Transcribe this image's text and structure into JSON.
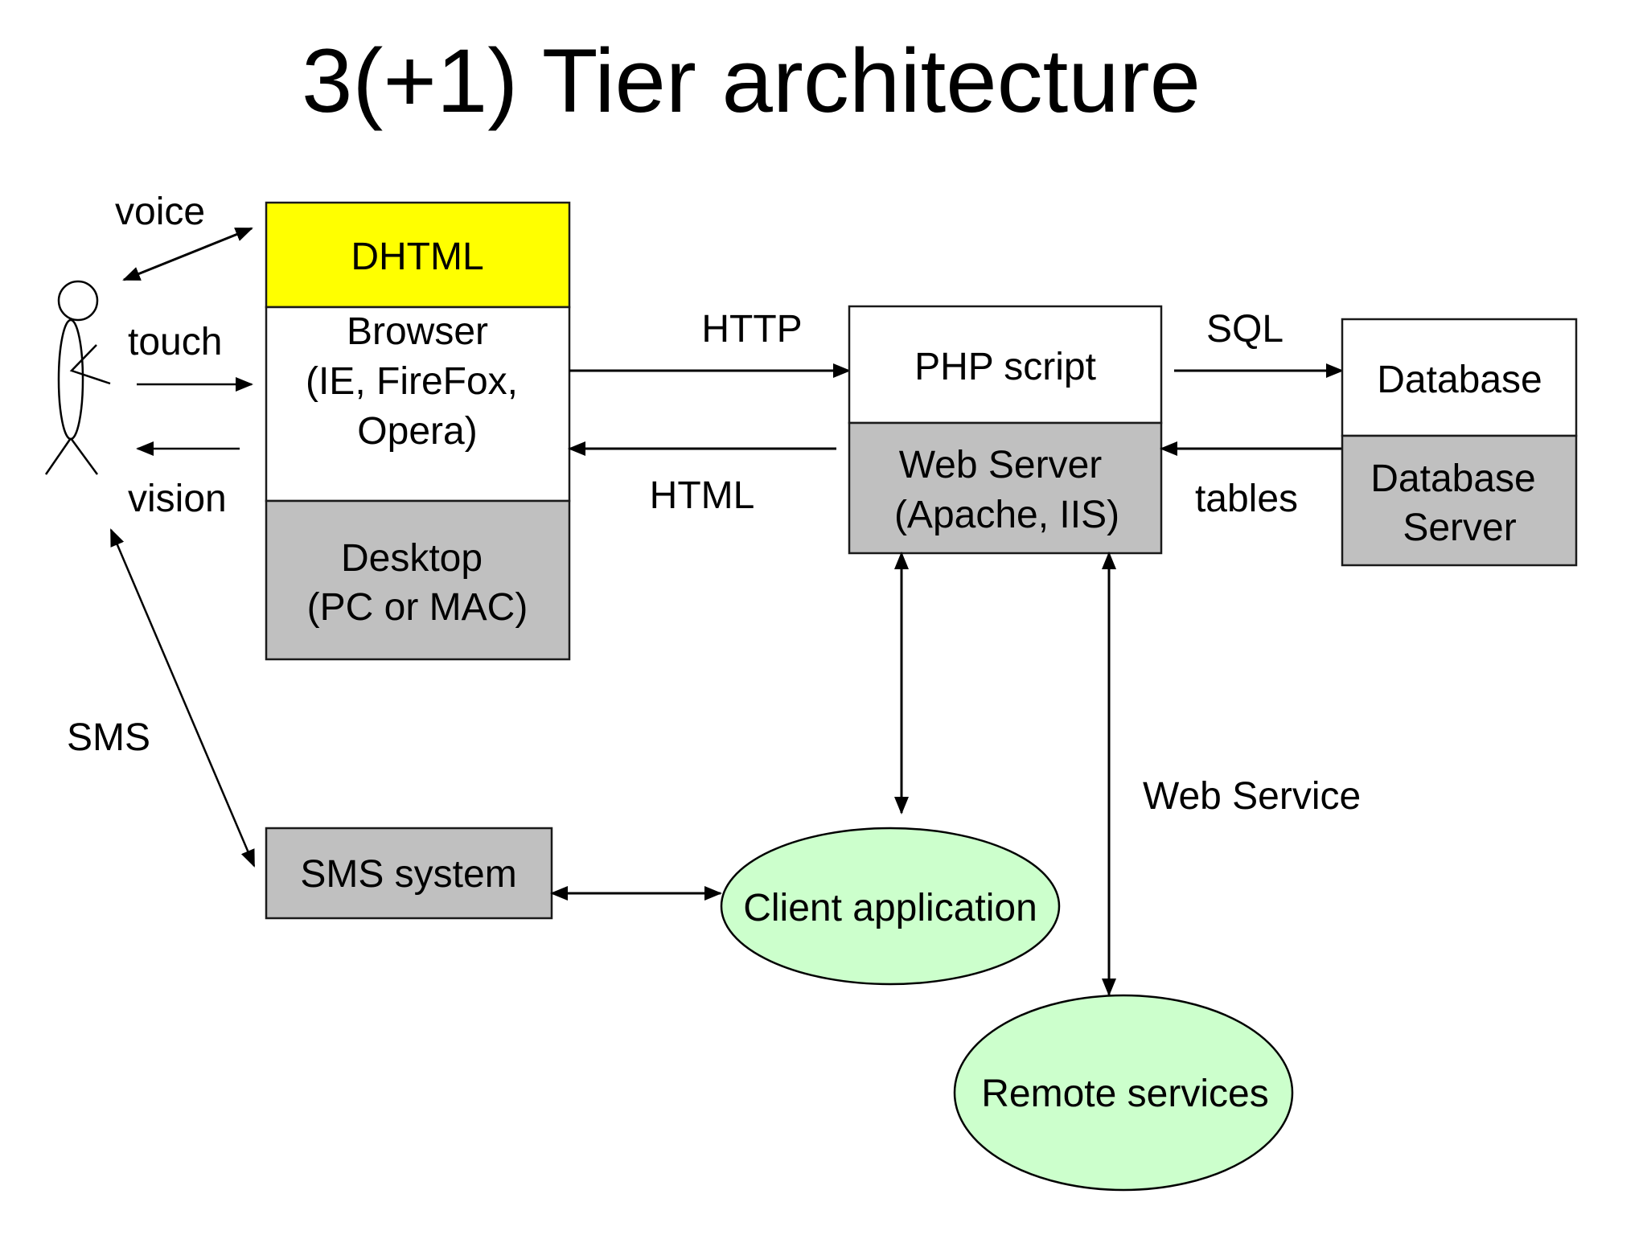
{
  "title": "3(+1) Tier architecture",
  "colors": {
    "dhtml_fill": "#ffff00",
    "tier_fill": "#ffffff",
    "platform_fill": "#c0c0c0",
    "service_fill": "#ccffcc"
  },
  "user": {
    "icon": "stick-figure-user-icon",
    "channels": {
      "voice": "voice",
      "touch": "touch",
      "vision": "vision",
      "sms": "SMS"
    }
  },
  "client_tier": {
    "dhtml": "DHTML",
    "browser": [
      "Browser",
      "(IE, FireFox,",
      "Opera)"
    ],
    "desktop": [
      "Desktop",
      "(PC or MAC)"
    ]
  },
  "protocols": {
    "http": "HTTP",
    "html": "HTML",
    "sql": "SQL",
    "tables": "tables",
    "web_service": "Web Service"
  },
  "app_tier": {
    "php": "PHP script",
    "web_server": [
      "Web Server",
      "(Apache, IIS)"
    ]
  },
  "data_tier": {
    "database": "Database",
    "db_server": [
      "Database",
      "Server"
    ]
  },
  "extra": {
    "sms_system": "SMS system",
    "client_application": "Client application",
    "remote_services": "Remote services"
  }
}
